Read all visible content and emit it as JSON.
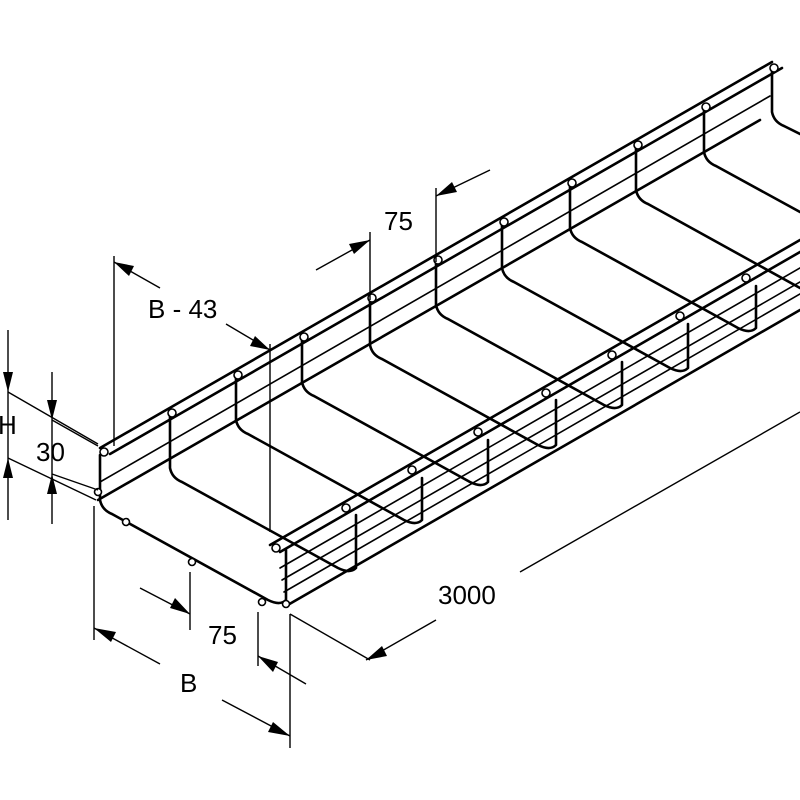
{
  "colors": {
    "line": "#000000",
    "background": "#ffffff"
  },
  "dimensions": {
    "length": "3000",
    "width": "B",
    "inner_width": "B - 43",
    "mesh_pitch_top": "75",
    "mesh_pitch_bottom": "75",
    "height": "H",
    "side_height": "30"
  }
}
